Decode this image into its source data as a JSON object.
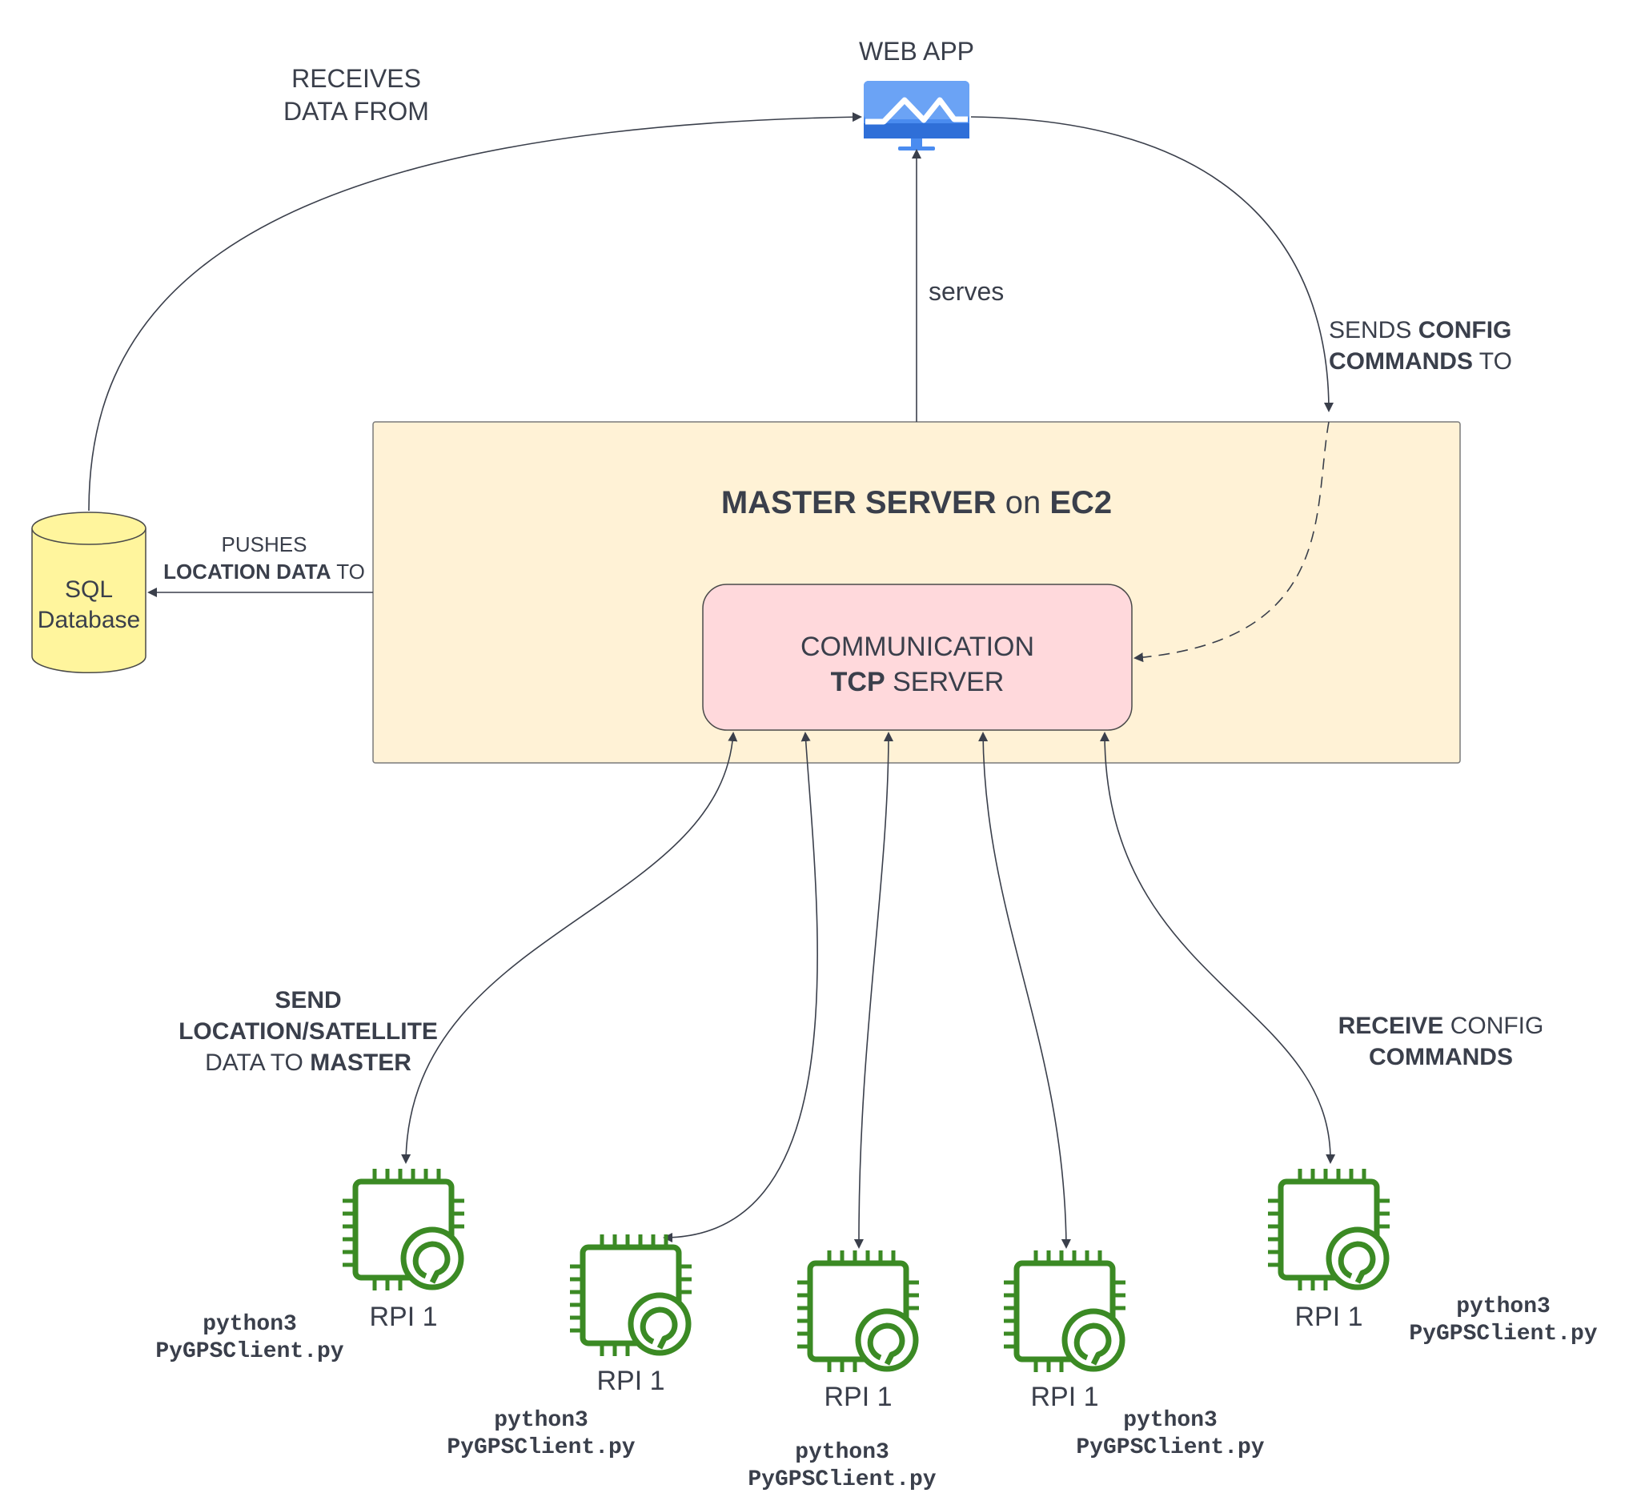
{
  "web_app": {
    "label": "WEB APP"
  },
  "master": {
    "title_bold": "MASTER SERVER",
    "title_mid": "on",
    "title_end": "EC2"
  },
  "tcp": {
    "line1": "COMMUNICATION",
    "line2_bold": "TCP",
    "line2_rest": "SERVER"
  },
  "database": {
    "line1": "SQL",
    "line2": "Database"
  },
  "edges": {
    "receives": {
      "line1": "RECEIVES",
      "line2": "DATA FROM"
    },
    "serves": "serves",
    "sends": {
      "pre": "SENDS",
      "bold1": "CONFIG",
      "bold2": "COMMANDS",
      "post": "TO"
    },
    "pushes": {
      "line1": "PUSHES",
      "bold": "LOCATION DATA",
      "post": "TO"
    },
    "send_location": {
      "bold1": "SEND",
      "bold2": "LOCATION/SATELLITE",
      "pre3": "DATA TO",
      "bold3": "MASTER"
    },
    "receive_config": {
      "bold1": "RECEIVE",
      "post1": "CONFIG",
      "bold2": "COMMANDS"
    }
  },
  "rpis": [
    {
      "label": "RPI 1",
      "cmd1": "python3",
      "cmd2": "PyGPSClient.py"
    },
    {
      "label": "RPI 1",
      "cmd1": "python3",
      "cmd2": "PyGPSClient.py"
    },
    {
      "label": "RPI 1",
      "cmd1": "python3",
      "cmd2": "PyGPSClient.py"
    },
    {
      "label": "RPI 1",
      "cmd1": "python3",
      "cmd2": "PyGPSClient.py"
    },
    {
      "label": "RPI 1",
      "cmd1": "python3",
      "cmd2": "PyGPSClient.py"
    }
  ],
  "colors": {
    "master_fill": "#fff2d6",
    "tcp_fill": "#ffd9dc",
    "db_fill": "#fff59d",
    "chip": "#3b8a24",
    "web_app": "#4a8cf0",
    "line": "#3a3f4b"
  }
}
